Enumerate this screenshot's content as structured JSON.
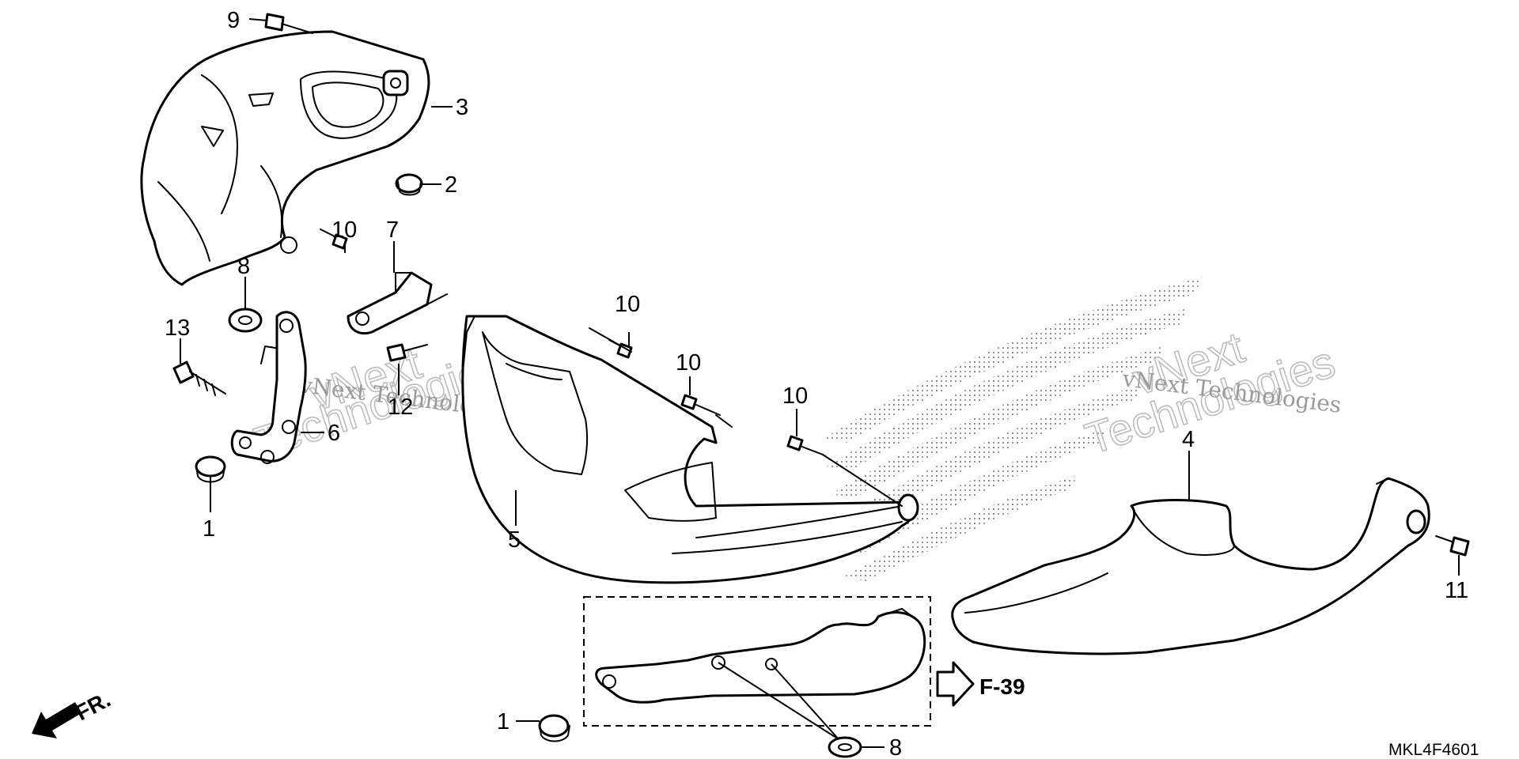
{
  "diagram": {
    "diagram_code": "MKL4F4601",
    "front_label": "FR.",
    "reference": "F-39",
    "watermark": {
      "line1": "vNext Technologies",
      "big_top": "vNext",
      "big_bottom": "Technologies"
    },
    "callouts": {
      "c1a": "1",
      "c1b": "1",
      "c2": "2",
      "c3": "3",
      "c4": "4",
      "c5": "5",
      "c6": "6",
      "c7": "7",
      "c8a": "8",
      "c8b": "8",
      "c9": "9",
      "c10a": "10",
      "c10b": "10",
      "c10c": "10",
      "c10d": "10",
      "c11": "11",
      "c12": "12",
      "c13": "13"
    }
  }
}
